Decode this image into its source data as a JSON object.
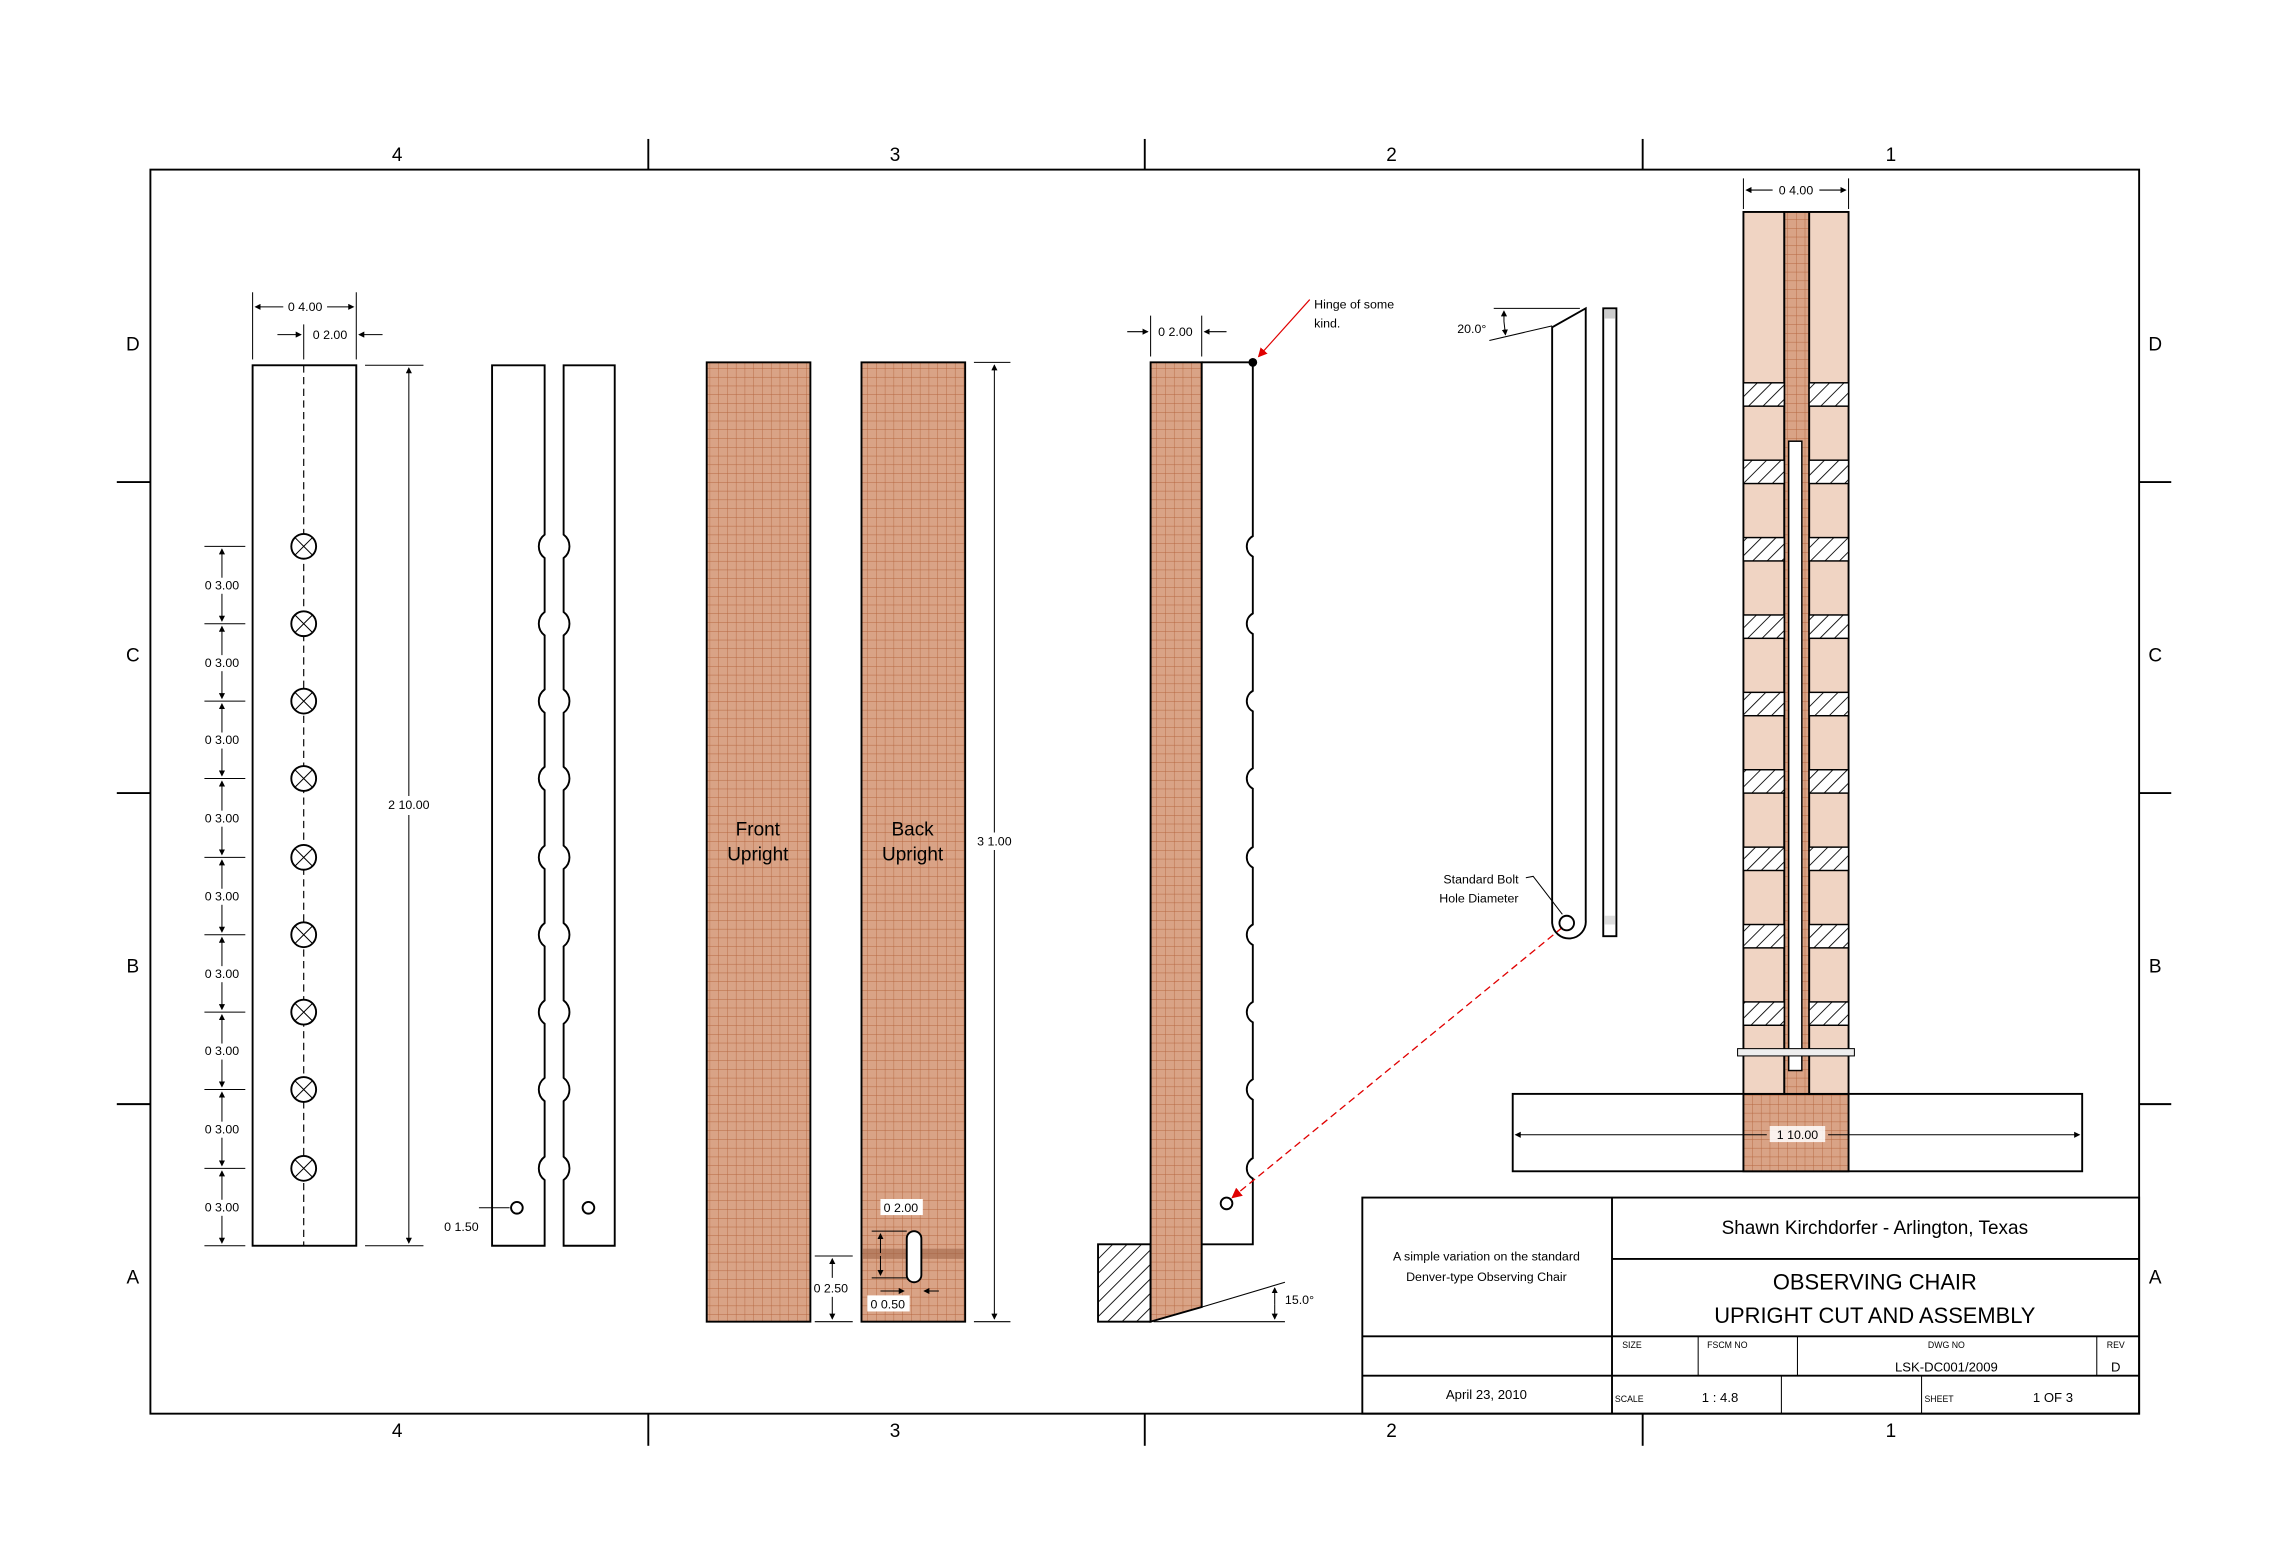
{
  "zones": {
    "columns": [
      "4",
      "3",
      "2",
      "1"
    ],
    "rows": [
      "D",
      "C",
      "B",
      "A"
    ]
  },
  "part_side": {
    "width_dim": "0 4.00",
    "center_dim": "0 2.00",
    "length_dim": "2 10.00",
    "spacing_dims": [
      "0 3.00",
      "0 3.00",
      "0 3.00",
      "0 3.00",
      "0 3.00",
      "0 3.00",
      "0 3.00",
      "0 3.00",
      "0 3.00"
    ]
  },
  "part_split": {
    "hole_dim": "0 1.50"
  },
  "uprights": {
    "front_label_1": "Front",
    "front_label_2": "Upright",
    "back_label_1": "Back",
    "back_label_2": "Upright",
    "slot_length_dim": "0 2.00",
    "slot_height_dim": "0 2.50",
    "slot_width_dim": "0 0.50",
    "length_dim": "3 1.00"
  },
  "hinged_view": {
    "width_dim": "0 2.00",
    "hinge_note_1": "Hinge of some",
    "hinge_note_2": "kind.",
    "angle_dim": "15.0°"
  },
  "leg_view": {
    "angle_dim": "20.0°",
    "bolt_note_1": "Standard Bolt",
    "bolt_note_2": "Hole Diameter"
  },
  "assembly": {
    "width_dim": "0 4.00",
    "base_dim": "1 10.00"
  },
  "title_block": {
    "description_1": "A simple variation on the standard",
    "description_2": "Denver-type Observing Chair",
    "author": "Shawn Kirchdorfer - Arlington, Texas",
    "title_1": "OBSERVING CHAIR",
    "title_2": "UPRIGHT CUT AND ASSEMBLY",
    "size_label": "SIZE",
    "fscm_label": "FSCM NO",
    "dwg_label": "DWG NO",
    "dwg_no": "LSK-DC001/2009",
    "rev_label": "REV",
    "rev": "D",
    "date": "April 23, 2010",
    "scale_label": "SCALE",
    "scale": "1 : 4.8",
    "sheet_label": "SHEET",
    "sheet": "1 OF 3"
  },
  "colors": {
    "wood": "#d9a386",
    "grid": "#b5663f",
    "note_arrow": "#e00000"
  }
}
